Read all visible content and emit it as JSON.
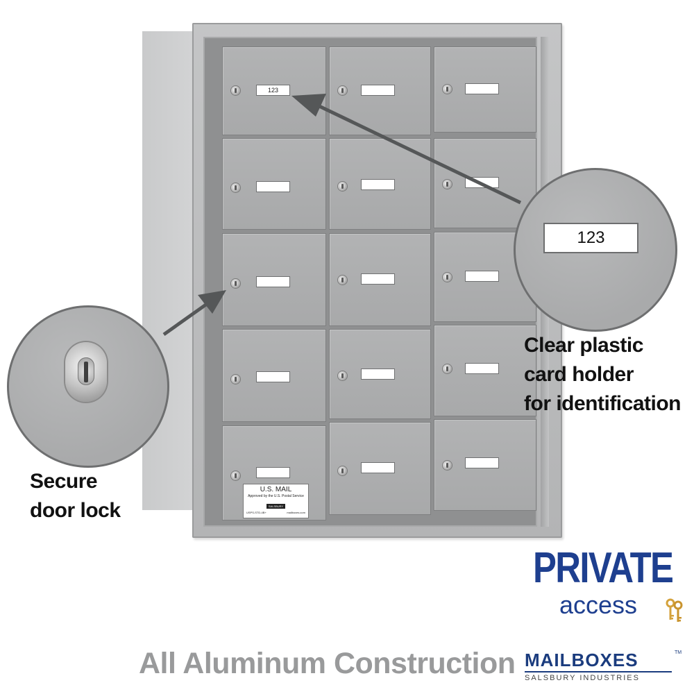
{
  "mailbox": {
    "number_card": "123",
    "usps_plate": {
      "title": "U.S. MAIL",
      "approval_text": "Approved by the U.S. Postal Service",
      "brand": "SALSBURY",
      "model": "USPS-STD-4B+",
      "site": "mailboxes.com"
    }
  },
  "callouts": {
    "card_holder": {
      "zoom_card_text": "123",
      "lines": [
        "Clear plastic",
        "card holder",
        "for identification"
      ]
    },
    "door_lock": {
      "lines": [
        "Secure",
        "door lock"
      ]
    }
  },
  "footer": {
    "tagline": "All Aluminum Construction"
  },
  "logos": {
    "private_access": {
      "word1": "PRIVATE",
      "word2": "access",
      "icon": "keys-icon",
      "color": "#1e3f8f"
    },
    "mailboxes": {
      "brand": "MAILBOXES",
      "trademark": "TM",
      "sub": "SALSBURY INDUSTRIES",
      "color": "#1b3c7e"
    }
  }
}
